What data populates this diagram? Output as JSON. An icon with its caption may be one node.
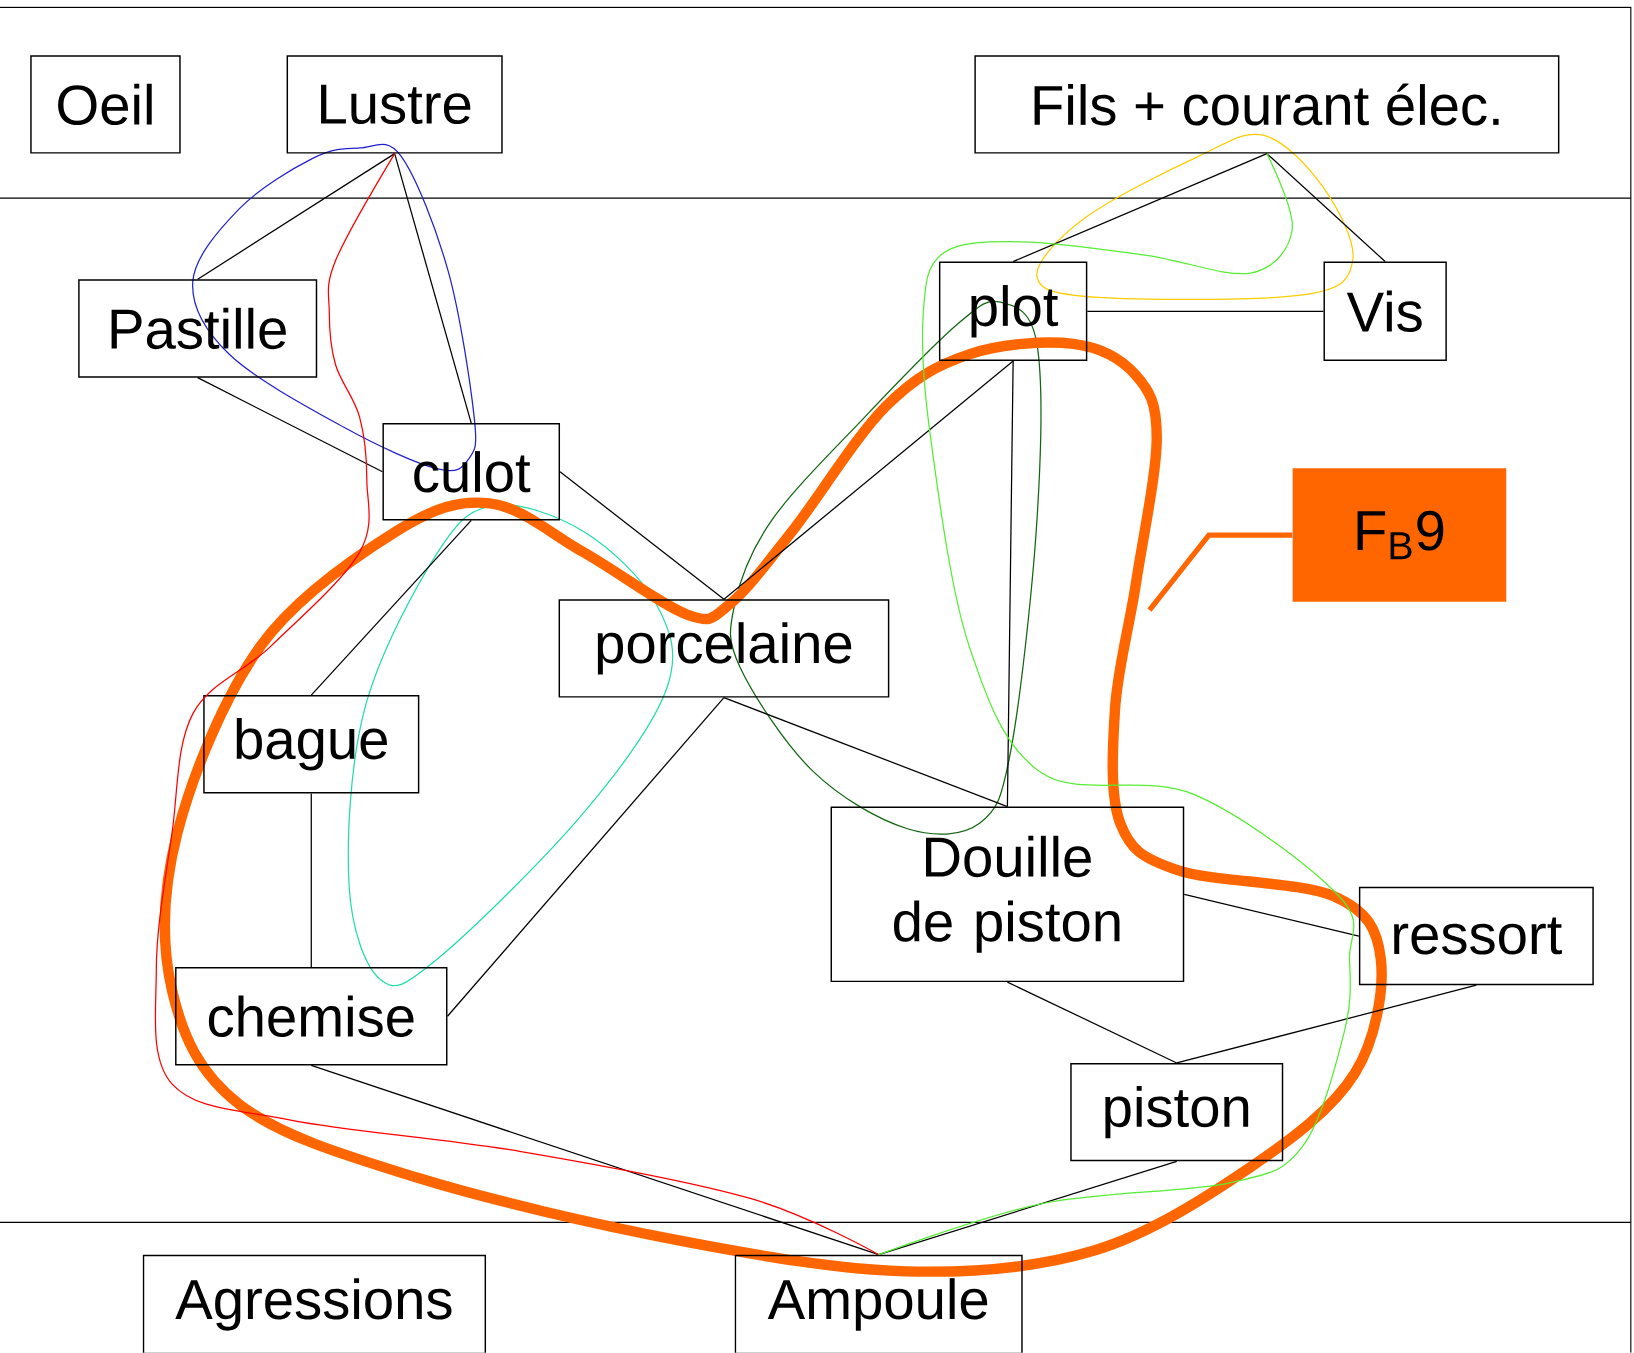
{
  "diagram": {
    "nodes": [
      {
        "text": [
          "Oeil"
        ]
      },
      {
        "text": [
          "Lustre"
        ]
      },
      {
        "text": [
          "Fils + courant élec."
        ]
      },
      {
        "text": [
          "Pastille"
        ]
      },
      {
        "text": [
          "plot"
        ]
      },
      {
        "text": [
          "Vis"
        ]
      },
      {
        "text": [
          "culot"
        ]
      },
      {
        "text": [
          "porcelaine"
        ]
      },
      {
        "text": [
          "bague"
        ]
      },
      {
        "text": [
          "Douille de piston"
        ]
      },
      {
        "text": [
          "ressort"
        ]
      },
      {
        "text": [
          "chemise"
        ]
      },
      {
        "text": [
          "piston"
        ]
      },
      {
        "text": [
          "Agressions"
        ]
      },
      {
        "text": [
          "Ampoule"
        ]
      },
      {
        "text": [
          "F$_{B}$9"
        ]
      }
    ],
    "edges": [
      {
        "from": 1,
        "to": 3,
        "arrow": "none"
      },
      {
        "from": 1,
        "to": 6,
        "arrow": "none"
      },
      {
        "from": 3,
        "to": 6,
        "arrow": "none"
      },
      {
        "from": 2,
        "to": 4,
        "arrow": "none"
      },
      {
        "from": 2,
        "to": 5,
        "arrow": "none"
      },
      {
        "from": 4,
        "to": 5,
        "arrow": "none"
      },
      {
        "from": 6,
        "to": 7,
        "arrow": "none"
      },
      {
        "from": 6,
        "to": 8,
        "arrow": "none"
      },
      {
        "from": 4,
        "to": 7,
        "arrow": "none"
      },
      {
        "from": 4,
        "to": 9,
        "arrow": "none"
      },
      {
        "from": 7,
        "to": 9,
        "arrow": "none"
      },
      {
        "from": 7,
        "to": 11,
        "arrow": "none"
      },
      {
        "from": 8,
        "to": 11,
        "arrow": "none"
      },
      {
        "from": 9,
        "to": 10,
        "arrow": "none"
      },
      {
        "from": 9,
        "to": 12,
        "arrow": "none"
      },
      {
        "from": 10,
        "to": 12,
        "arrow": "none"
      },
      {
        "from": 11,
        "to": 14,
        "arrow": "none"
      },
      {
        "from": 12,
        "to": 14,
        "arrow": "none"
      },
      {
        "from": 1,
        "to": 14,
        "arrow": "none",
        "color": "#ff0000"
      },
      {
        "from": 2,
        "to": 14,
        "arrow": "none",
        "color": "#55ee33"
      },
      {
        "from": 15,
        "to": null,
        "arrow": "none",
        "style": "thick",
        "color": "#ff6600"
      }
    ]
  }
}
